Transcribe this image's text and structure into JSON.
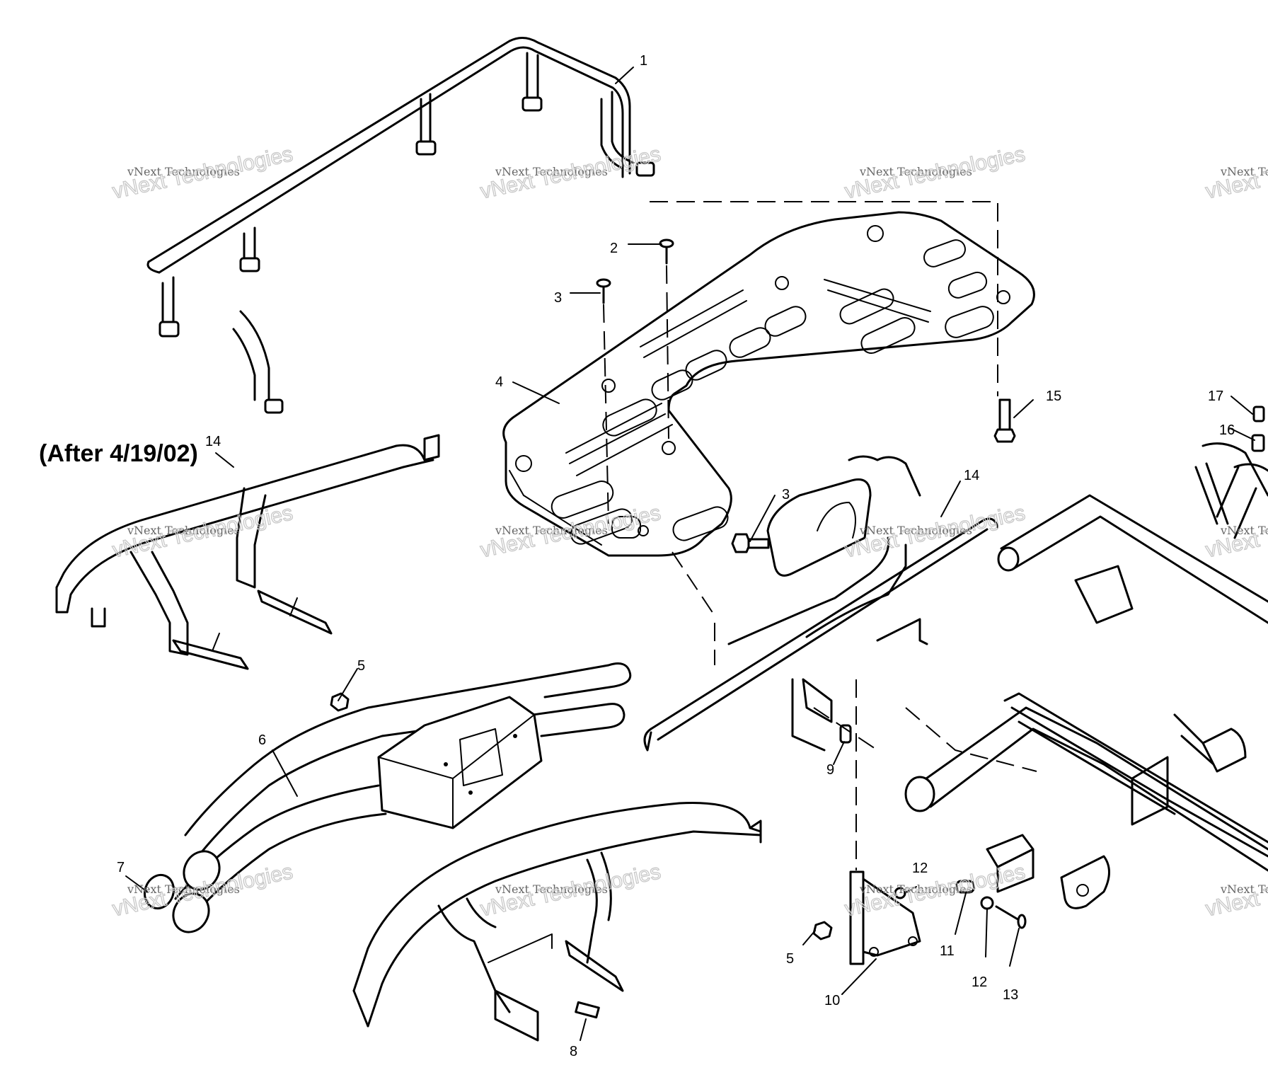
{
  "note": "(After 4/19/02)",
  "watermark": {
    "line1": "vNext Technologies",
    "line2": "vNext Technologies"
  },
  "callouts": [
    {
      "id": "c1",
      "label": "1"
    },
    {
      "id": "c2",
      "label": "2"
    },
    {
      "id": "c3a",
      "label": "3"
    },
    {
      "id": "c3b",
      "label": "3"
    },
    {
      "id": "c4",
      "label": "4"
    },
    {
      "id": "c5a",
      "label": "5"
    },
    {
      "id": "c5b",
      "label": "5"
    },
    {
      "id": "c6",
      "label": "6"
    },
    {
      "id": "c7",
      "label": "7"
    },
    {
      "id": "c8",
      "label": "8"
    },
    {
      "id": "c9",
      "label": "9"
    },
    {
      "id": "c10",
      "label": "10"
    },
    {
      "id": "c11",
      "label": "11"
    },
    {
      "id": "c12a",
      "label": "12"
    },
    {
      "id": "c12b",
      "label": "12"
    },
    {
      "id": "c13",
      "label": "13"
    },
    {
      "id": "c14a",
      "label": "14"
    },
    {
      "id": "c14b",
      "label": "14"
    },
    {
      "id": "c15",
      "label": "15"
    },
    {
      "id": "c16",
      "label": "16"
    },
    {
      "id": "c17",
      "label": "17"
    }
  ]
}
